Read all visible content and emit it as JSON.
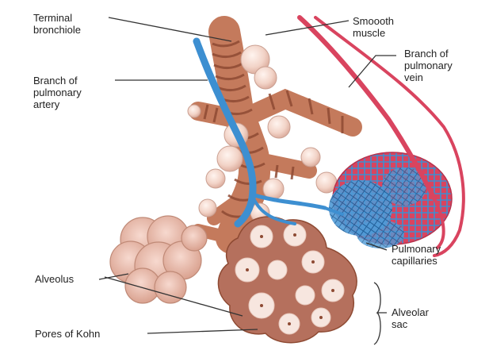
{
  "labels": {
    "terminal_bronchiole": "Terminal\nbronchiole",
    "smooth_muscle": "Smoooth\nmuscle",
    "branch_pulmonary_vein": "Branch of\npulmonary\nvein",
    "branch_pulmonary_artery": "Branch of\npulmonary\nartery",
    "alveolus": "Alveolus",
    "pulmonary_capillaries": "Pulmonary\ncapillaries",
    "pores_of_kohn": "Pores of Kohn",
    "alveolar_sac": "Alveolar\nsac"
  },
  "colors": {
    "airway": "#c47a5c",
    "airway_band": "#8e4a33",
    "alveolus": "#f2d3c7",
    "artery": "#3d8fd1",
    "vein": "#d9445f",
    "sac_tissue": "#b5705d",
    "sac_lumen": "#f7e6df",
    "leader": "#333333"
  }
}
